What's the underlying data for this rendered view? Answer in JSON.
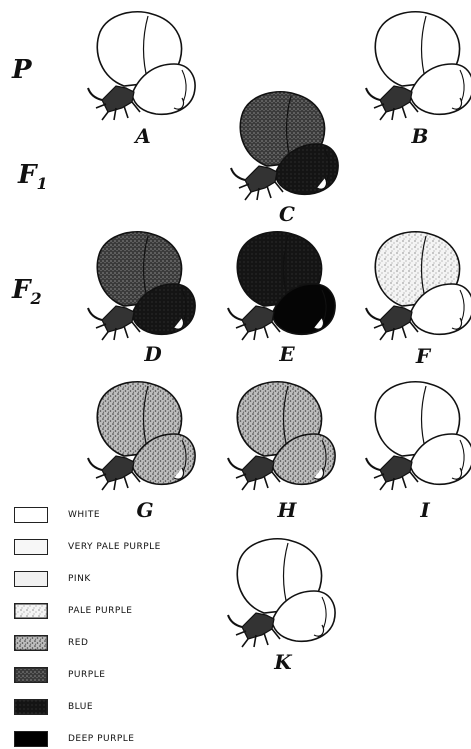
{
  "generations": {
    "p": "P",
    "f1_main": "F",
    "f1_sub": "1",
    "f2_main": "F",
    "f2_sub": "2"
  },
  "flowers": [
    {
      "id": "a",
      "label": "A",
      "color": "white"
    },
    {
      "id": "b",
      "label": "B",
      "color": "white"
    },
    {
      "id": "c",
      "label": "C",
      "color": "purple"
    },
    {
      "id": "d",
      "label": "D",
      "color": "purple"
    },
    {
      "id": "e",
      "label": "E",
      "color": "blue"
    },
    {
      "id": "f",
      "label": "F",
      "color": "pale-purple"
    },
    {
      "id": "g",
      "label": "G",
      "color": "red"
    },
    {
      "id": "h",
      "label": "H",
      "color": "red"
    },
    {
      "id": "i",
      "label": "I",
      "color": "white"
    },
    {
      "id": "k",
      "label": "K",
      "color": "white"
    }
  ],
  "legend": [
    {
      "label": "WHITE",
      "fill": "#ffffff"
    },
    {
      "label": "VERY PALE PURPLE",
      "fill": "#f7f7f7"
    },
    {
      "label": "PINK",
      "fill": "#f1f1f1"
    },
    {
      "label": "PALE PURPLE",
      "fill": "#d6d6d6"
    },
    {
      "label": "RED",
      "fill": "#9a9a9a"
    },
    {
      "label": "PURPLE",
      "fill": "#5a5a5a"
    },
    {
      "label": "BLUE",
      "fill": "#262626"
    },
    {
      "label": "DEEP PURPLE",
      "fill": "#000000"
    }
  ]
}
